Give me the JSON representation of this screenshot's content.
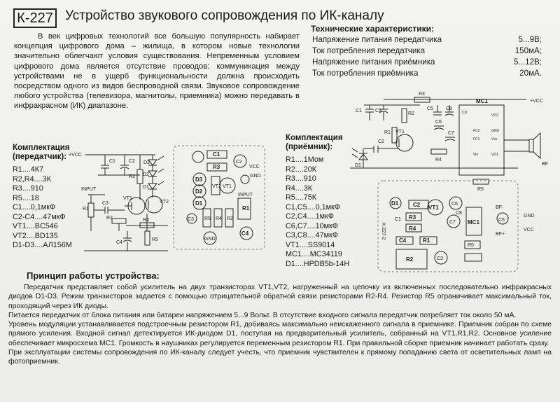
{
  "header": {
    "kit_code": "К-227",
    "title": "Устройство звукового сопровождения по ИК-каналу"
  },
  "intro": [
    "В век цифровых технологий все большую популярность набирает концепция цифрового дома – жилища, в котором новые технологии значительно облегчают условия существования. Непременным условием цифрового дома является отсутствие проводов: коммуникация между устройствами не в ущерб функциональности должна происходить посредством одного из видов беспроводной связи. Звуковое сопровождение любого устройства (телевизора, магнитолы, приемника) можно передавать в инфракрасном (ИК) диапазоне."
  ],
  "specs": {
    "heading": "Технические характеристики:",
    "rows": [
      {
        "label": "Напряжение питания передатчика",
        "value": "5...9В;"
      },
      {
        "label": "Ток потребления передатчика",
        "value": "150мА;"
      },
      {
        "label": "Напряжение питания приёмника",
        "value": "5...12В;"
      },
      {
        "label": "Ток потребления приёмника",
        "value": "20мА."
      }
    ]
  },
  "tx_kit": {
    "heading_1": "Комплектация",
    "heading_2": "(передатчик):",
    "items": [
      "R1....4К7",
      "R2,R4....3К",
      "R3....910",
      "R5....18",
      "C1....0,1мкФ",
      "C2-C4....47мкФ",
      "VT1....BC546",
      "VT2....BD135",
      "D1-D3....АЛ156М"
    ]
  },
  "rx_kit": {
    "heading_1": "Комплектация",
    "heading_2": "(приёмник):",
    "items": [
      "R1....1Мом",
      "R2....20К",
      "R3....910",
      "R4....3К",
      "R5....75К",
      "C1,C5....0,1мкФ",
      "C2,C4....1мкФ",
      "C6,C7....10мкФ",
      "C3,C8....47мкФ",
      "VT1....SS9014",
      "MC1....MC34119",
      "D1....HPDB5b-14H"
    ]
  },
  "principle": {
    "heading": "Принцип работы устройства:",
    "paragraphs": [
      "Передатчик представляет собой усилитель на двух транзисторах VT1,VT2, нагруженный на цепочку из включенных последовательно инфракрасных диодов D1-D3. Режим транзисторов задается с помощью отрицательной обратной связи резисторами R2-R4. Резистор R5 ограничивает максимальный ток, проходящий через ИК диоды.",
      "Питается передатчик от блока питания или батареи напряжением 5...9 Вольт. В отсутствие входного сигнала передатчик потребляет ток около 50 мА.",
      "Уровень модуляции устанавливается подстроечным резистором R1, добиваясь максимально неискаженного сигнала в приемнике. Приемник собран по схеме прямого усиления. Входной сигнал детектируется ИК-диодом D1, поступая на предварительный усилитель, собранный на VT1,R1,R2. Основное усиление обеспечивает микросхема MC1. Громкость в наушниках регулируется переменным резистором R1. При правильной сборке приемник начинает работать сразу.",
      "При эксплуатации системы сопровождения по ИК-каналу следует учесть, что приемник чувствителен к прямому попаданию света от осветительных ламп на фотоприемник."
    ]
  },
  "tx_schematic": {
    "vcc": "+VCC",
    "input": "INPUT",
    "labels": [
      "C1",
      "C2",
      "D3",
      "D2",
      "D1",
      "R3",
      "VT1",
      "VT2",
      "R1",
      "C3",
      "R2",
      "R4",
      "R5",
      "C4"
    ]
  },
  "tx_board": {
    "labels": [
      "C1",
      "R3",
      "C2",
      "VCC",
      "GND",
      "D3",
      "D2",
      "D1",
      "VT2",
      "VT1",
      "INPUT",
      "R1",
      "R5",
      "R4",
      "R2",
      "C3",
      "C4",
      "GND"
    ]
  },
  "rx_schematic": {
    "vcc": "+VCC",
    "bf": "BF",
    "ic": "MC1",
    "labels": [
      "R3",
      "C1",
      "C3",
      "R2",
      "C5",
      "C8",
      "R1",
      "VT1",
      "C6",
      "C2",
      "C7",
      "D1",
      "R4",
      "R5"
    ],
    "pins": [
      "CD",
      "VD2",
      "FC2",
      "GND",
      "FC1",
      "Vcc",
      "Vin",
      "VO1"
    ]
  },
  "rx_board": {
    "board_code": "К-227-2",
    "labels": [
      "D1",
      "C2",
      "VT1",
      "C6",
      "R3",
      "C1",
      "R4",
      "C7",
      "MC1",
      "C8",
      "BF-",
      "C5",
      "BF+",
      "VCC",
      "GND",
      "C4",
      "R1",
      "R5",
      "R2",
      "C3"
    ]
  }
}
